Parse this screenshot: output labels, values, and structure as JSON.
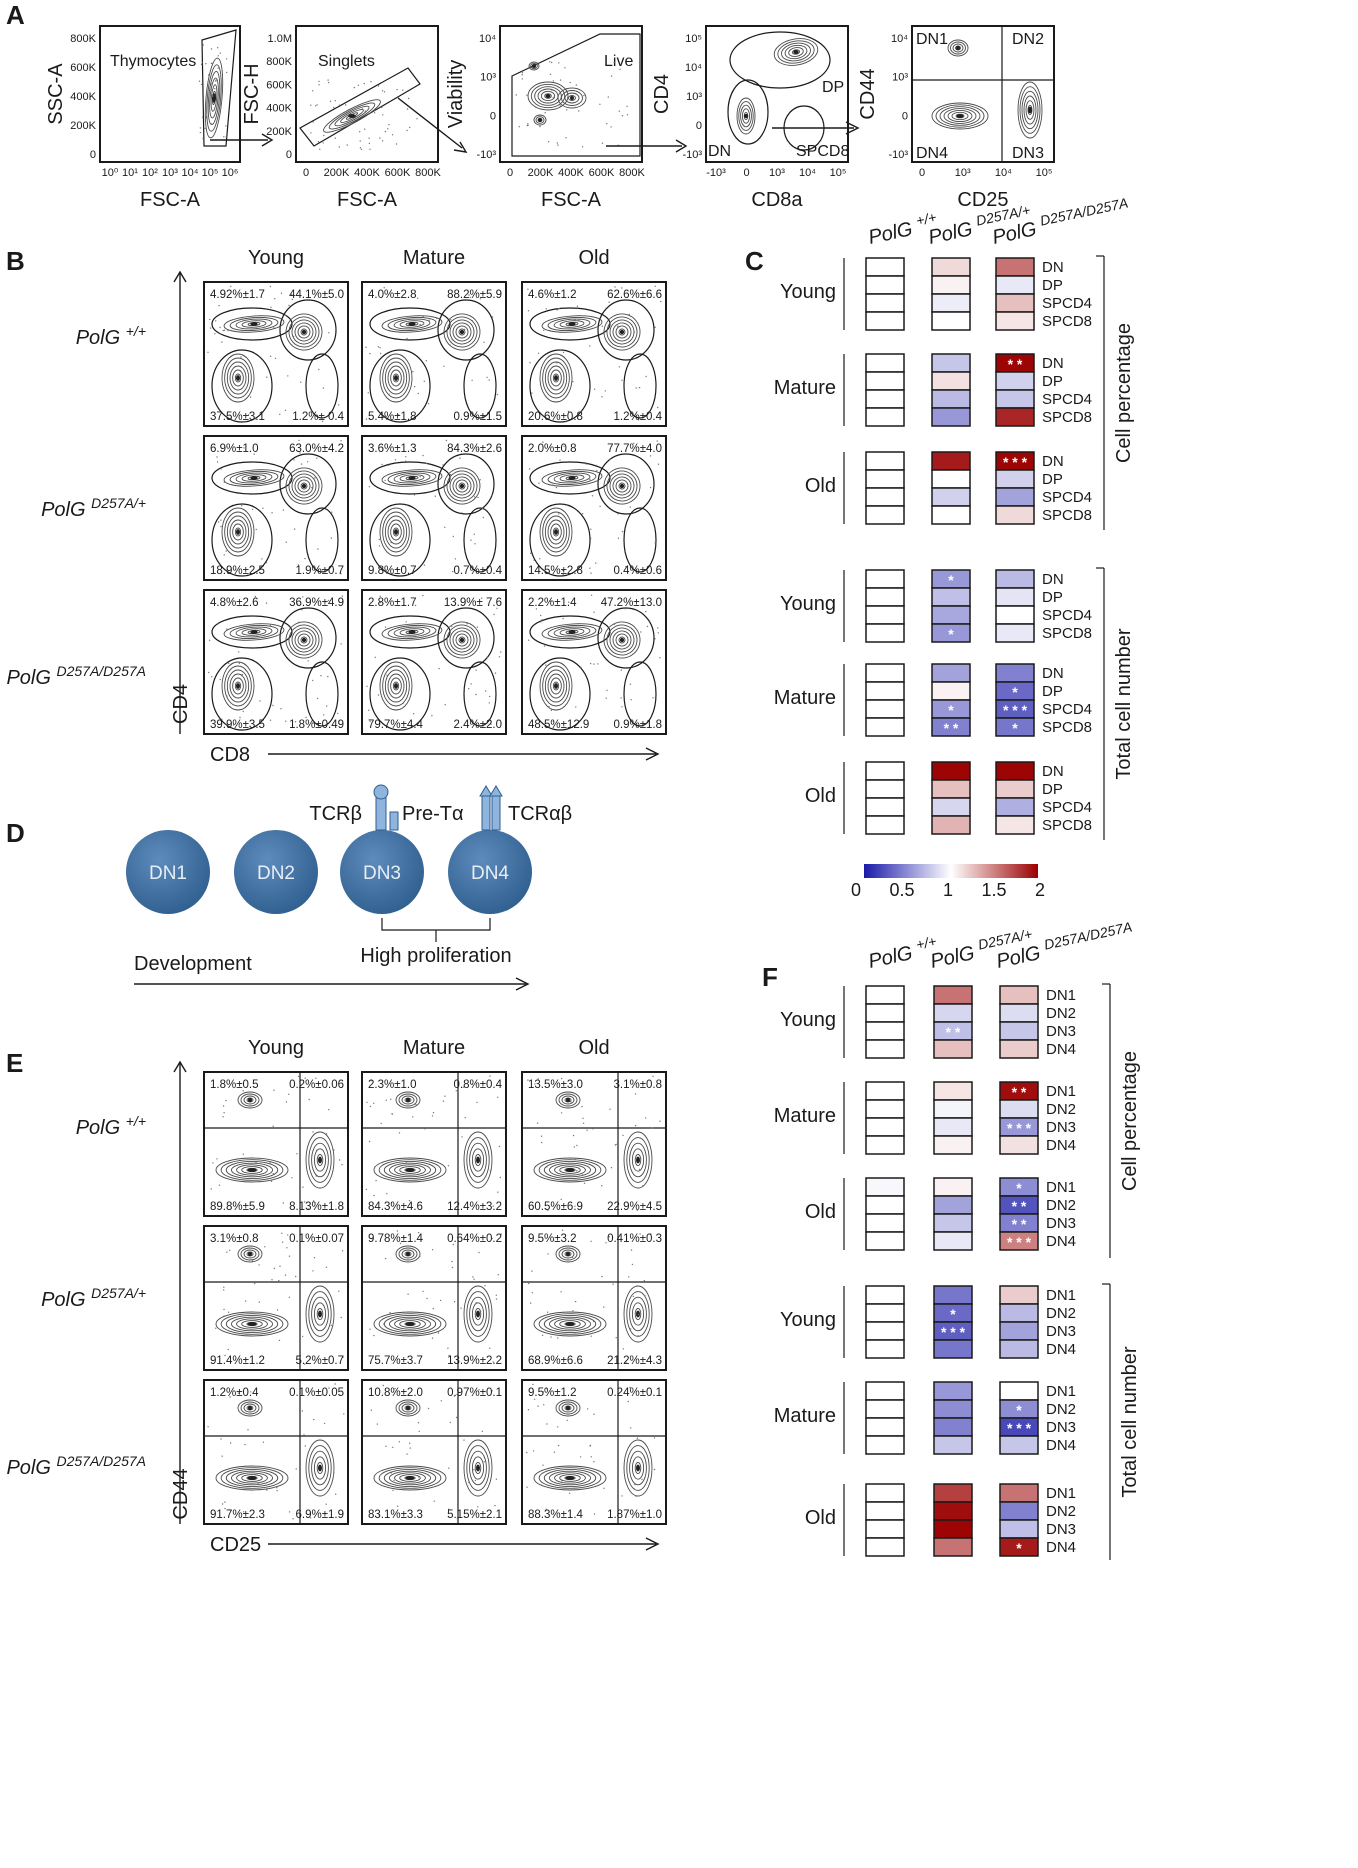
{
  "panel_labels": {
    "A": "A",
    "B": "B",
    "C": "C",
    "D": "D",
    "E": "E",
    "F": "F"
  },
  "gating": {
    "p1": {
      "gate": "Thymocytes",
      "xlabel": "FSC-A",
      "ylabel": "SSC-A",
      "yticks": [
        "800K",
        "600K",
        "400K",
        "200K",
        "0"
      ],
      "xticks": [
        "10⁰",
        "10¹",
        "10²",
        "10³",
        "10⁴",
        "10⁵",
        "10⁶"
      ]
    },
    "p2": {
      "gate": "Singlets",
      "xlabel": "FSC-A",
      "ylabel": "FSC-H",
      "yticks": [
        "1.0M",
        "800K",
        "600K",
        "400K",
        "200K",
        "0"
      ],
      "xticks": [
        "0",
        "200K",
        "400K",
        "600K",
        "800K"
      ]
    },
    "p3": {
      "gate": "Live",
      "xlabel": "FSC-A",
      "ylabel": "Viability",
      "yticks": [
        "10⁴",
        "10³",
        "0",
        "-10³"
      ],
      "xticks": [
        "0",
        "200K",
        "400K",
        "600K",
        "800K"
      ]
    },
    "p4": {
      "gates": [
        "DP",
        "DN",
        "SPCD8"
      ],
      "xlabel": "CD8a",
      "ylabel": "CD4",
      "yticks": [
        "10⁵",
        "10⁴",
        "10³",
        "0",
        "-10³"
      ],
      "xticks": [
        "-10³",
        "0",
        "10³",
        "10⁴",
        "10⁵"
      ]
    },
    "p5": {
      "gates": [
        "DN1",
        "DN2",
        "DN4",
        "DN3"
      ],
      "xlabel": "CD25",
      "ylabel": "CD44",
      "yticks": [
        "10⁴",
        "10³",
        "0",
        "-10³"
      ],
      "xticks": [
        "0",
        "10³",
        "10⁴",
        "10⁵"
      ]
    }
  },
  "panelB": {
    "columns": [
      "Young",
      "Mature",
      "Old"
    ],
    "rows": [
      {
        "base": "PolG",
        "sup": "+/+"
      },
      {
        "base": "PolG",
        "sup": "D257A/+"
      },
      {
        "base": "PolG",
        "sup": "D257A/D257A"
      }
    ],
    "xlabel": "CD8",
    "ylabel": "CD4",
    "stats": [
      [
        [
          "4.92%±1.7",
          "44.1%±5.0",
          "37.5%±3.1",
          "1.2%± 0.4"
        ],
        [
          "4.0%±2.8",
          "88.2%±5.9",
          "5.4%±1.8",
          "0.9%±1.5"
        ],
        [
          "4.6%±1.2",
          "62.6%±6.6",
          "20.6%±0.8",
          "1.2%±0.4"
        ]
      ],
      [
        [
          "6.9%±1.0",
          "63.0%±4.2",
          "18.9%±2.5",
          "1.9%±0.7"
        ],
        [
          "3.6%±1.3",
          "84.3%±2.6",
          "9.8%±0.7",
          "0.7%±0.4"
        ],
        [
          "2.0%±0.8",
          "77.7%±4.0",
          "14.5%±2.8",
          "0.4%±0.6"
        ]
      ],
      [
        [
          "4.8%±2.6",
          "36.9%±4.9",
          "39.9%±3.5",
          "1.8%±0.49"
        ],
        [
          "2.8%±1.7",
          "13.9%± 7.6",
          "79.7%±4.4",
          "2.4%±2.0"
        ],
        [
          "2.2%±1.4",
          "47.2%±13.0",
          "48.5%±12.9",
          "0.9%±1.8"
        ]
      ]
    ]
  },
  "panelC": {
    "col_headers": [
      {
        "base": "PolG",
        "sup": "+/+"
      },
      {
        "base": "PolG",
        "sup": "D257A/+"
      },
      {
        "base": "PolG",
        "sup": "D257A/D257A"
      }
    ],
    "row_labels": [
      "DN",
      "DP",
      "SPCD4",
      "SPCD8"
    ],
    "side_labels": [
      "Cell percentage",
      "Total cell number"
    ],
    "groups": [
      "Young",
      "Mature",
      "Old",
      "Young",
      "Mature",
      "Old"
    ],
    "colorscale": {
      "min": 0,
      "max": 2,
      "low": "#1a1aa8",
      "mid": "#ffffff",
      "high": "#9b0000"
    },
    "legend_ticks": [
      "0",
      "0.5",
      "1",
      "1.5",
      "2"
    ],
    "blocks": [
      {
        "het": [
          1.15,
          1.05,
          0.92,
          1.0
        ],
        "hom": [
          1.55,
          0.9,
          1.25,
          1.1
        ],
        "hom_stars": [
          "",
          "",
          "",
          ""
        ],
        "het_stars": [
          "",
          "",
          "",
          ""
        ]
      },
      {
        "het": [
          0.75,
          1.12,
          0.7,
          0.55
        ],
        "hom": [
          1.98,
          0.8,
          0.75,
          1.85
        ],
        "hom_stars": [
          "* *",
          "",
          "",
          ""
        ],
        "het_stars": [
          "",
          "",
          "",
          ""
        ]
      },
      {
        "het": [
          1.9,
          1.0,
          0.8,
          1.0
        ],
        "hom": [
          1.98,
          0.8,
          0.6,
          1.15
        ],
        "hom_stars": [
          "* * *",
          "",
          "",
          ""
        ],
        "het_stars": [
          "",
          "",
          "",
          ""
        ]
      },
      {
        "het": [
          0.55,
          0.72,
          0.62,
          0.55
        ],
        "hom": [
          0.7,
          0.88,
          1.0,
          0.9
        ],
        "het_stars": [
          "*",
          "",
          "",
          "*"
        ],
        "hom_stars": [
          "",
          "",
          "",
          ""
        ]
      },
      {
        "het": [
          0.6,
          1.05,
          0.55,
          0.45
        ],
        "hom": [
          0.45,
          0.35,
          0.3,
          0.4
        ],
        "het_stars": [
          "",
          "",
          "*",
          "* *"
        ],
        "hom_stars": [
          "",
          "*",
          "* * *",
          "*"
        ]
      },
      {
        "het": [
          1.98,
          1.25,
          0.82,
          1.3
        ],
        "hom": [
          1.98,
          1.2,
          0.65,
          1.1
        ],
        "het_stars": [
          "",
          "",
          "",
          ""
        ],
        "hom_stars": [
          "",
          "",
          "",
          ""
        ]
      }
    ]
  },
  "panelD": {
    "cells": [
      "DN1",
      "DN2",
      "DN3",
      "DN4"
    ],
    "labels": {
      "tcrb": "TCRβ",
      "pretα": "Pre-Tα",
      "tcrab": "TCRαβ",
      "prolif": "High proliferation",
      "dev": "Development"
    },
    "accent": "#2f5f8e",
    "receptor": "#8fb4de"
  },
  "panelE": {
    "columns": [
      "Young",
      "Mature",
      "Old"
    ],
    "rows": [
      {
        "base": "PolG",
        "sup": "+/+"
      },
      {
        "base": "PolG",
        "sup": "D257A/+"
      },
      {
        "base": "PolG",
        "sup": "D257A/D257A"
      }
    ],
    "xlabel": "CD25",
    "ylabel": "CD44",
    "stats": [
      [
        [
          "1.8%±0.5",
          "0.2%±0.06",
          "89.8%±5.9",
          "8.13%±1.8"
        ],
        [
          "2.3%±1.0",
          "0.8%±0.4",
          "84.3%±4.6",
          "12.4%±3.2"
        ],
        [
          "13.5%±3.0",
          "3.1%±0.8",
          "60.5%±6.9",
          "22.9%±4.5"
        ]
      ],
      [
        [
          "3.1%±0.8",
          "0.1%±0.07",
          "91.4%±1.2",
          "5.2%±0.7"
        ],
        [
          "9.78%±1.4",
          "0.64%±0.2",
          "75.7%±3.7",
          "13.9%±2.2"
        ],
        [
          "9.5%±3.2",
          "0.41%±0.3",
          "68.9%±6.6",
          "21.2%±4.3"
        ]
      ],
      [
        [
          "1.2%±0.4",
          "0.1%±0.05",
          "91.7%±2.3",
          "6.9%±1.9"
        ],
        [
          "10.8%±2.0",
          "0.97%±0.1",
          "83.1%±3.3",
          "5.15%±2.1"
        ],
        [
          "9.5%±1.2",
          "0.24%±0.1",
          "88.3%±1.4",
          "1.87%±1.0"
        ]
      ]
    ]
  },
  "panelF": {
    "col_headers": [
      {
        "base": "PolG",
        "sup": "+/+"
      },
      {
        "base": "PolG",
        "sup": "D257A/+"
      },
      {
        "base": "PolG",
        "sup": "D257A/D257A"
      }
    ],
    "row_labels": [
      "DN1",
      "DN2",
      "DN3",
      "DN4"
    ],
    "side_labels": [
      "Cell percentage",
      "Total cell number"
    ],
    "groups": [
      "Young",
      "Mature",
      "Old",
      "Young",
      "Mature",
      "Old"
    ],
    "blocks": [
      {
        "wt": [
          1,
          1,
          1,
          1
        ],
        "het": [
          1.55,
          0.82,
          0.72,
          1.25
        ],
        "hom": [
          1.25,
          0.85,
          0.75,
          1.2
        ],
        "het_stars": [
          "",
          "",
          "* *",
          ""
        ],
        "hom_stars": [
          "",
          "",
          "",
          ""
        ]
      },
      {
        "wt": [
          1,
          1,
          1,
          1
        ],
        "het": [
          1.1,
          0.95,
          0.9,
          1.05
        ],
        "hom": [
          1.95,
          0.85,
          0.55,
          1.12
        ],
        "het_stars": [
          "",
          "",
          "",
          ""
        ],
        "hom_stars": [
          "* *",
          "",
          "* * *",
          ""
        ]
      },
      {
        "wt": [
          0.97,
          1,
          1,
          1
        ],
        "het": [
          1.05,
          0.6,
          0.75,
          0.9
        ],
        "hom": [
          0.5,
          0.25,
          0.45,
          1.5
        ],
        "het_stars": [
          "",
          "",
          "",
          ""
        ],
        "hom_stars": [
          "*",
          "* *",
          "* *",
          "* * *"
        ]
      },
      {
        "wt": [
          1,
          1,
          1,
          1
        ],
        "het": [
          0.4,
          0.35,
          0.3,
          0.4
        ],
        "hom": [
          1.2,
          0.7,
          0.6,
          0.7
        ],
        "het_stars": [
          "",
          "*",
          "* * *",
          ""
        ],
        "hom_stars": [
          "",
          "",
          "",
          ""
        ]
      },
      {
        "wt": [
          1,
          1,
          1,
          1
        ],
        "het": [
          0.55,
          0.5,
          0.45,
          0.75
        ],
        "hom": [
          1.0,
          0.5,
          0.2,
          0.75
        ],
        "het_stars": [
          "",
          "",
          "",
          ""
        ],
        "hom_stars": [
          "",
          "*",
          "* * *",
          ""
        ]
      },
      {
        "wt": [
          1,
          1,
          1,
          1
        ],
        "het": [
          1.75,
          1.95,
          1.98,
          1.55
        ],
        "hom": [
          1.55,
          0.45,
          0.72,
          1.9
        ],
        "het_stars": [
          "",
          "",
          "",
          ""
        ],
        "hom_stars": [
          "",
          "",
          "",
          "*"
        ]
      }
    ]
  }
}
